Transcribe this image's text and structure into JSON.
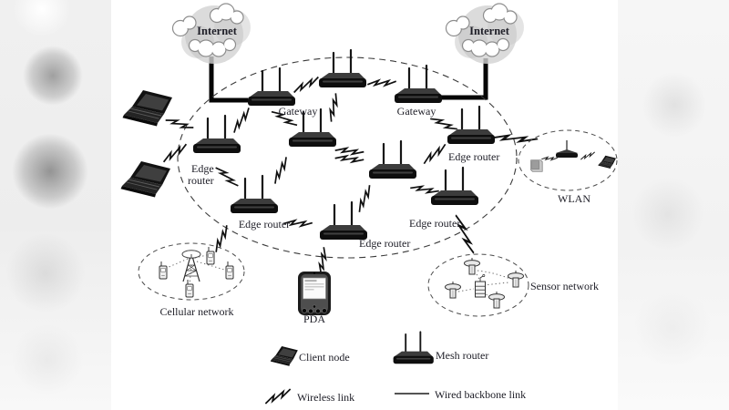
{
  "diagram": {
    "internet_left": "Internet",
    "internet_right": "Internet",
    "gateway_left": "Gateway",
    "gateway_right": "Gateway",
    "edge_router_left": {
      "line1": "Edge",
      "line2": "router"
    },
    "edge_router_bottom_left": "Edge router",
    "edge_router_bottom_middle": "Edge router",
    "edge_router_middle_right": "Edge router",
    "edge_router_top_right": "Edge router",
    "wlan_label": "WLAN",
    "cellular_label": "Cellular network",
    "pda_label": "PDA",
    "sensor_label": "Sensor network"
  },
  "legend": {
    "client_node": "Client node",
    "mesh_router": "Mesh router",
    "wireless_link": "Wireless link",
    "wired_backbone_link": "Wired backbone link"
  },
  "icons": {
    "internet-cloud-icon": "grey puffy cloud",
    "mesh-router-icon": "black box router with two antennas",
    "client-laptop-icon": "black laptop",
    "wireless-link-icon": "lightning zigzag",
    "wired-backbone-icon": "thick black line",
    "cell-tower-icon": "lattice tower with oval top",
    "mobile-phone-icon": "small handset with antenna",
    "sensor-node-icon": "small post with oval collar",
    "sensor-box-icon": "striped box sensor",
    "pda-icon": "handheld device with screen and buttons",
    "wlan-ap-icon": "small flat access point",
    "wlan-terminal-icon": "small grey box terminal"
  },
  "colors": {
    "text": "#1d1d26",
    "line": "#111111",
    "cloud_fill": "#d2d2d2",
    "device_dark": "#141414",
    "background": "#ffffff"
  }
}
